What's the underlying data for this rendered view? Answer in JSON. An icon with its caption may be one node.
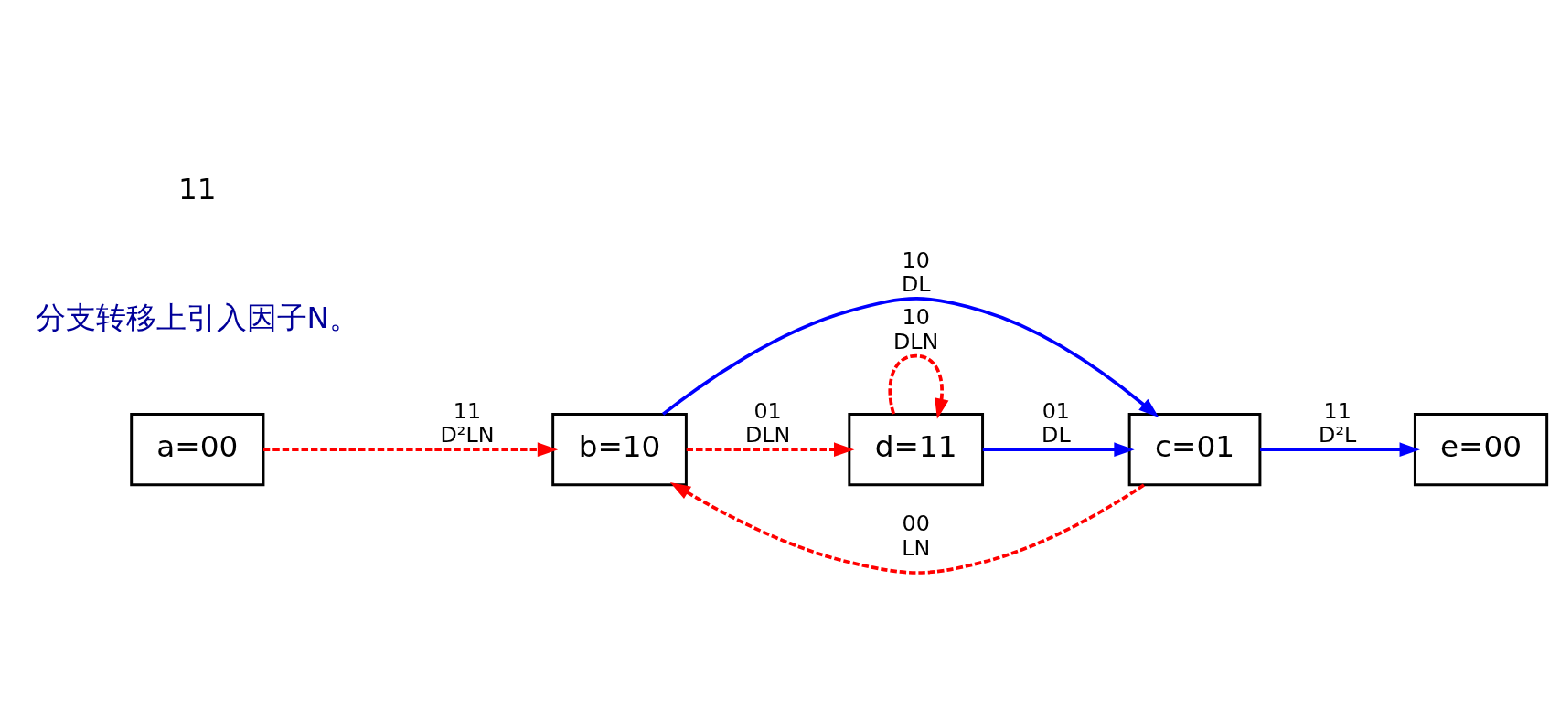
{
  "diagram": {
    "nodes": [
      {
        "text": [
          "a=00"
        ]
      },
      {
        "text": [
          "b=10"
        ]
      },
      {
        "text": [
          "c=01"
        ]
      },
      {
        "text": [
          "e=00"
        ]
      },
      {
        "text": [
          "d=11"
        ]
      }
    ],
    "edges": [
      {
        "from": 0,
        "to": 1,
        "arrow": "to",
        "label": "11 D²LN",
        "style": "dashed",
        "color": "#ff0000"
      },
      {
        "from": 1,
        "to": 2,
        "arrow": "to",
        "label": "10 DL",
        "color": "#0000ff"
      },
      {
        "from": 2,
        "to": 1,
        "arrow": "to",
        "label": "00 LN",
        "style": "dashed",
        "color": "#ff0000"
      },
      {
        "from": 2,
        "to": 3,
        "arrow": "to",
        "label": "11 D²L",
        "color": "#0000ff"
      },
      {
        "from": 1,
        "to": 4,
        "arrow": "to",
        "label": "01 DLN",
        "style": "dashed",
        "color": "#ff0000"
      },
      {
        "from": 4,
        "to": 2,
        "arrow": "to",
        "label": "01 DL",
        "color": "#0000ff"
      },
      {
        "from": 4,
        "to": 4,
        "arrow": "to",
        "label": "10 DLN",
        "style": "dashed",
        "color": "#ff0000"
      }
    ],
    "labels": [
      "分支转移上引入因子N。",
      "11"
    ]
  }
}
